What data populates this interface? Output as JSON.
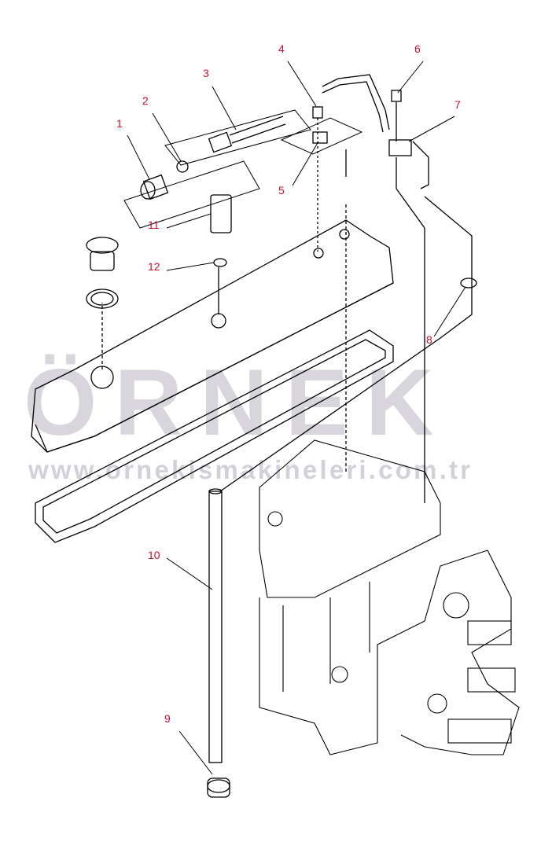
{
  "watermark": {
    "brand": "ÖRNEK",
    "url": "www.ornekismakineleri.com.tr"
  },
  "colors": {
    "label": "#c8102e",
    "line": "#000000",
    "watermark": "#d8d6dc"
  },
  "callouts": [
    "1",
    "2",
    "3",
    "4",
    "5",
    "6",
    "7",
    "8",
    "9",
    "10",
    "11",
    "12"
  ]
}
